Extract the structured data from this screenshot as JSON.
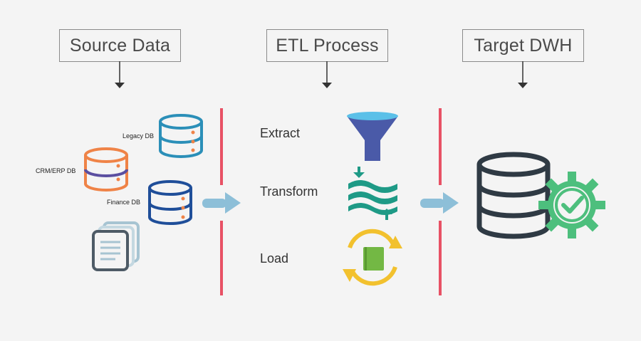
{
  "headers": {
    "source": "Source Data",
    "etl": "ETL Process",
    "target": "Target DWH"
  },
  "databases": {
    "legacy": "Legacy DB",
    "crm": "CRM/ERP DB",
    "finance": "Finance DB"
  },
  "steps": {
    "extract": "Extract",
    "transform": "Transform",
    "load": "Load"
  },
  "colors": {
    "divider": "#e85165",
    "arrow": "#8dbfd8",
    "legacy": "#2b8fb8",
    "crm": "#ef8347",
    "crm_band": "#5b4fa0",
    "finance": "#1f4e99",
    "dot": "#ef8347",
    "docs_dark": "#4e5b66",
    "docs_light": "#a7c4d2",
    "funnel": "#4a5aa8",
    "funnel_top": "#5bc0e8",
    "transform": "#1e9a86",
    "load_ring": "#f2c12e",
    "load_book": "#73b844",
    "dwh": "#2f3a44",
    "gear": "#4dbf7d"
  }
}
